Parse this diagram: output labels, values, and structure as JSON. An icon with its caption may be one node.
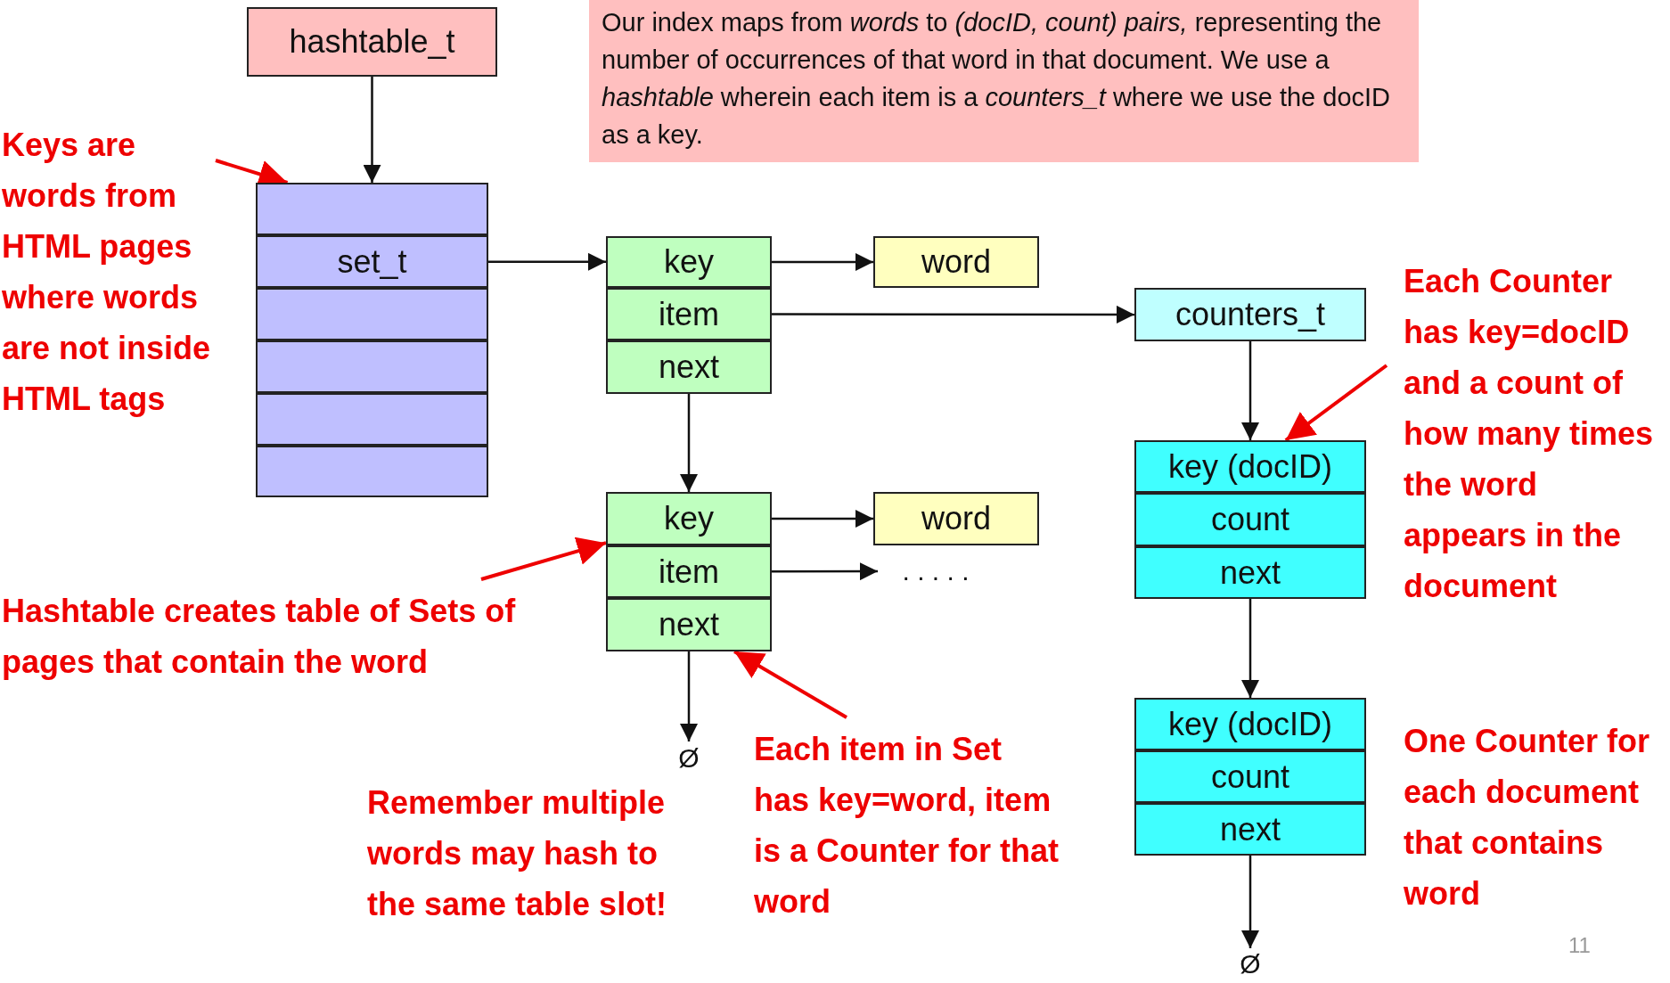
{
  "diagram": {
    "nodes": [
      {
        "text": [
          "hashtable_t"
        ]
      },
      {
        "text": [
          "Our index maps from *words* to *(docID, count) pairs,* representing the number of occurrences of that word in that document. We use a *hashtable* wherein each item is a *counters_t* where we use the docID as a key."
        ]
      },
      {
        "text": [
          "Keys are words from HTML pages where words are not inside HTML tags"
        ]
      },
      {
        "text": [],
        "shape": "box"
      },
      {
        "text": [
          "set_t"
        ]
      },
      {
        "text": [],
        "shape": "box"
      },
      {
        "text": [],
        "shape": "box"
      },
      {
        "text": [],
        "shape": "box"
      },
      {
        "text": [],
        "shape": "box"
      },
      {
        "text": [
          "key"
        ]
      },
      {
        "text": [
          "item"
        ]
      },
      {
        "text": [
          "next"
        ]
      },
      {
        "text": [
          "word"
        ]
      },
      {
        "text": [
          "counters_t"
        ]
      },
      {
        "text": [
          "Each Counter has key=docID and a count of how many times the word appears in the document"
        ]
      },
      {
        "text": [
          "key (docID)"
        ]
      },
      {
        "text": [
          "count"
        ]
      },
      {
        "text": [
          "next"
        ]
      },
      {
        "text": [
          "key"
        ]
      },
      {
        "text": [
          "item"
        ]
      },
      {
        "text": [
          "next"
        ]
      },
      {
        "text": [
          "word"
        ]
      },
      {
        "text": [
          ". . . . ."
        ]
      },
      {
        "text": [
          "Hashtable creates table of Sets of pages that contain the word"
        ]
      },
      {
        "text": [
          "Ø"
        ]
      },
      {
        "text": [
          "Each item in Set has key=word, item is a Counter for that word"
        ]
      },
      {
        "text": [
          "key (docID)"
        ]
      },
      {
        "text": [
          "count"
        ]
      },
      {
        "text": [
          "next"
        ]
      },
      {
        "text": [
          "Ø"
        ]
      }
    ],
    "edges": [
      {
        "from": 0,
        "to": 3,
        "arrow": "to"
      },
      {
        "from": 2,
        "to": 3,
        "arrow": "to",
        "color": "#ee0000"
      },
      {
        "from": 4,
        "to": 9,
        "arrow": "to"
      },
      {
        "from": 9,
        "to": 12,
        "arrow": "to"
      },
      {
        "from": 10,
        "to": 13,
        "arrow": "to"
      },
      {
        "from": 11,
        "to": 18,
        "arrow": "to"
      },
      {
        "from": 13,
        "to": 15,
        "arrow": "to"
      },
      {
        "from": 14,
        "to": 15,
        "arrow": "to",
        "color": "#ee0000"
      },
      {
        "from": 18,
        "to": 21,
        "arrow": "to"
      },
      {
        "from": 19,
        "to": 22,
        "arrow": "to"
      },
      {
        "from": 23,
        "to": 18,
        "arrow": "to",
        "color": "#ee0000"
      },
      {
        "from": 20,
        "to": 24,
        "arrow": "to"
      },
      {
        "from": 25,
        "to": 20,
        "arrow": "to",
        "color": "#ee0000"
      },
      {
        "from": 17,
        "to": 26,
        "arrow": "to"
      },
      {
        "from": 28,
        "to": 29,
        "arrow": "to"
      }
    ],
    "labels": [
      "Remember multiple words may hash to the same table slot!",
      "One Counter for each document that contains word",
      "11"
    ]
  }
}
